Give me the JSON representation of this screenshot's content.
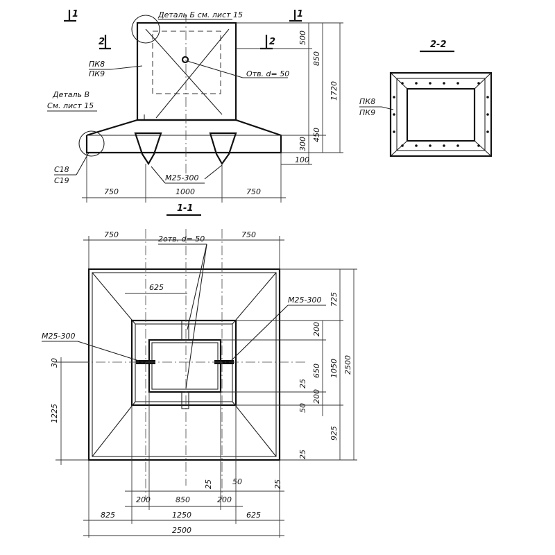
{
  "top_view": {
    "section_1": "1",
    "section_2": "2",
    "detail_b": "Деталь Б см. лист 15",
    "detail_v_1": "Деталь В",
    "detail_v_2": "См. лист 15",
    "pk8": "ПК8",
    "pk9": "ПК9",
    "hole": "Отв. d= 50",
    "c18": "С18",
    "c19": "С19",
    "m25": "М25-300",
    "dims": {
      "d500": "500",
      "d850": "850",
      "d1720": "1720",
      "d450": "450",
      "d300": "300",
      "d100": "100",
      "d750a": "750",
      "d1000": "1000",
      "d750b": "750"
    }
  },
  "section_22": {
    "title": "2-2",
    "pk8": "ПК8",
    "pk9": "ПК9"
  },
  "plan_11": {
    "title": "1-1",
    "holes": "2отв. d= 50",
    "m25_right": "М25-300",
    "m25_left": "М25-300",
    "dims": {
      "d750a": "750",
      "d750b": "750",
      "d625": "625",
      "d725": "725",
      "d200a": "200",
      "d650": "650",
      "d1050": "1050",
      "d2500v": "2500",
      "d25a": "25",
      "d200b": "200",
      "d50a": "50",
      "d925": "925",
      "d25b": "25",
      "d30": "30",
      "d1225": "1225",
      "d25c": "25",
      "d50b": "50",
      "d25d": "25",
      "d200c": "200",
      "d850": "850",
      "d200d": "200",
      "d825a": "825",
      "d1250": "1250",
      "d625b": "625",
      "d2500h": "2500"
    }
  }
}
